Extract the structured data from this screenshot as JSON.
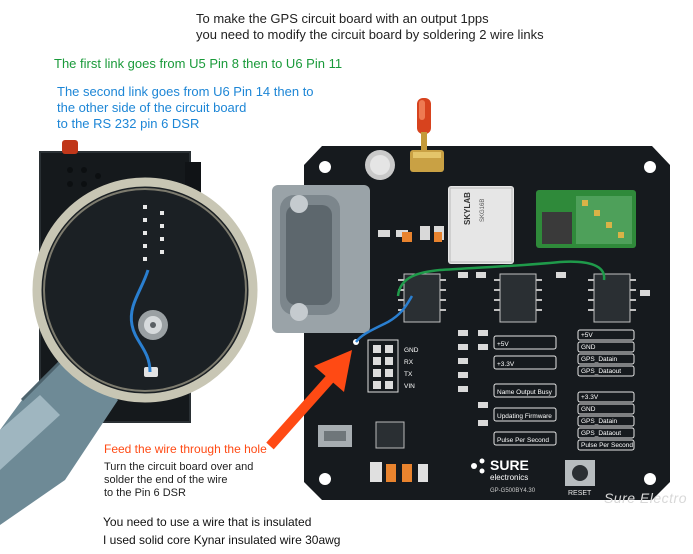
{
  "annotations": {
    "intro_line1": "To make the GPS circuit board with an output 1pps",
    "intro_line2": "you need to modify the circuit board by soldering 2 wire links",
    "link1": "The first link  goes from U5 Pin 8  then to U6 Pin 11",
    "link2_line1": "The second link goes from U6 Pin 14  then to",
    "link2_line2": "the other side of the circuit board",
    "link2_line3": "to the RS 232 pin 6 DSR",
    "feed": "Feed the wire through the hole",
    "turn_line1": "Turn the circuit board over and",
    "turn_line2": "solder the end  of the wire",
    "turn_line3": "to the Pin 6 DSR",
    "insulated1": "You need to use a wire that is insulated",
    "insulated2": "I used solid core Kynar insulated wire 30awg"
  },
  "board": {
    "module_brand": "SKYLAB",
    "module_model": "SKG16B",
    "brand_top": "SURE",
    "brand_bottom": "electronics",
    "part_no": "GP-G500BY4.30",
    "reset_label": "RESET",
    "watermark": "Sure Electro",
    "pad_labels": [
      "+5V",
      "+3.3V",
      "Name Output Busy",
      "Updating Firmware",
      "Pulse Per Second"
    ],
    "right_labels_top": [
      "+5V",
      "GND",
      "GPS_Datain",
      "GPS_Dataout"
    ],
    "right_labels_bottom": [
      "+3.3V",
      "GND",
      "GPS_Datain",
      "GPS_Dataout",
      "Pulse Per Second"
    ],
    "j1_labels": [
      "GND",
      "RX",
      "TX",
      "VIN"
    ]
  },
  "colors": {
    "pcb": "#161a1e",
    "link1_wire": "#1f9a4a",
    "link2_wire": "#2a7fd0",
    "arrow": "#ff4a14"
  }
}
